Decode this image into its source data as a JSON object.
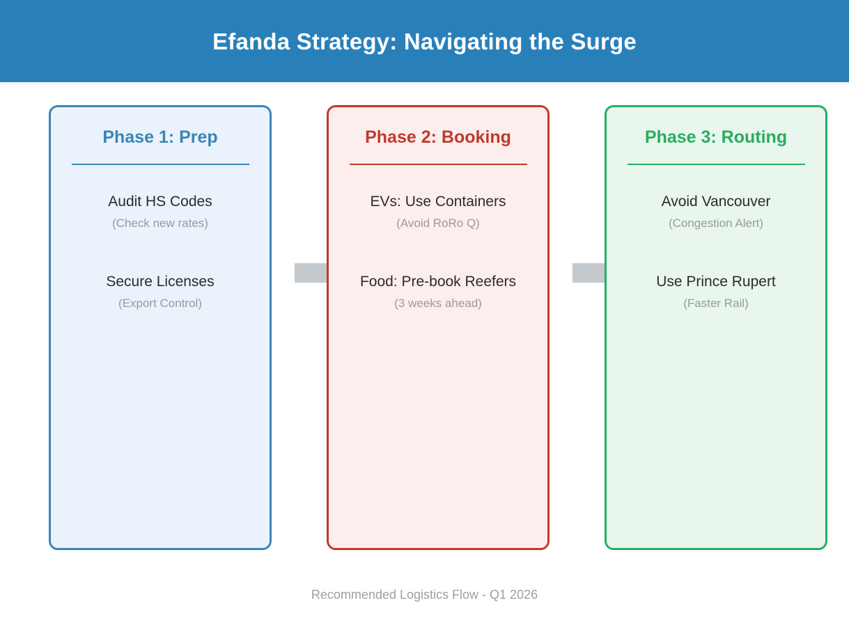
{
  "header": {
    "title": "Efanda Strategy: Navigating the Surge",
    "background_color": "#2980b9",
    "title_color": "#ffffff"
  },
  "phases": [
    {
      "title": "Phase 1: Prep",
      "accent_color": "#3a86b5",
      "background_color": "#eaf2fc",
      "items": [
        {
          "label": "Audit HS Codes",
          "sub": "(Check new rates)"
        },
        {
          "label": "Secure Licenses",
          "sub": "(Export Control)"
        }
      ]
    },
    {
      "title": "Phase 2: Booking",
      "accent_color": "#c0392b",
      "background_color": "#fdeeee",
      "items": [
        {
          "label": "EVs: Use Containers",
          "sub": "(Avoid RoRo Q)"
        },
        {
          "label": "Food: Pre-book Reefers",
          "sub": "(3 weeks ahead)"
        }
      ]
    },
    {
      "title": "Phase 3: Routing",
      "accent_color": "#27ae60",
      "background_color": "#e8f6ed",
      "items": [
        {
          "label": "Avoid Vancouver",
          "sub": "(Congestion Alert)"
        },
        {
          "label": "Use Prince Rupert",
          "sub": "(Faster Rail)"
        }
      ]
    }
  ],
  "connectors": [
    {
      "name": "connector-phase1-phase2",
      "color": "#c3c9cd"
    },
    {
      "name": "connector-phase2-phase3",
      "color": "#c3c9cd"
    }
  ],
  "footer": {
    "text": "Recommended Logistics Flow - Q1 2026",
    "color": "#9aa0a6"
  }
}
